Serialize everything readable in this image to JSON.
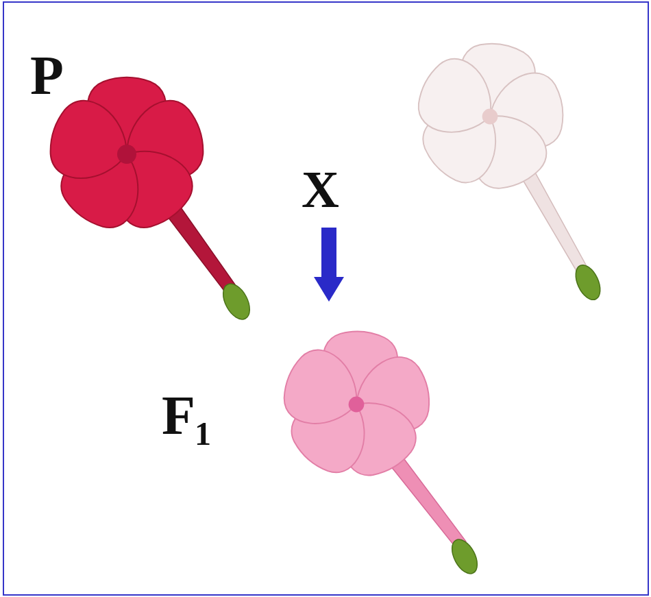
{
  "diagram": {
    "labels": [
      "P",
      "X",
      "F₁"
    ]
  }
}
